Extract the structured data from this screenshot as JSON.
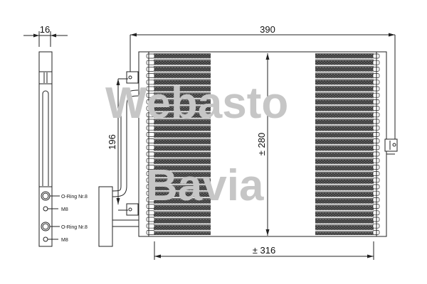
{
  "dimensions": {
    "side_width": "16",
    "overall_width": "390",
    "mount_spacing": "196",
    "core_height": "± 280",
    "core_width": "± 316"
  },
  "connections": [
    {
      "label": "O-Ring Nr.8"
    },
    {
      "label": "M8"
    },
    {
      "label": "O-Ring Nr.8"
    },
    {
      "label": "M8"
    }
  ],
  "watermark": [
    "Webasto",
    "Bavia"
  ],
  "colors": {
    "line": "#222222",
    "fin": "#555555",
    "watermark": "#bdbdbd"
  }
}
